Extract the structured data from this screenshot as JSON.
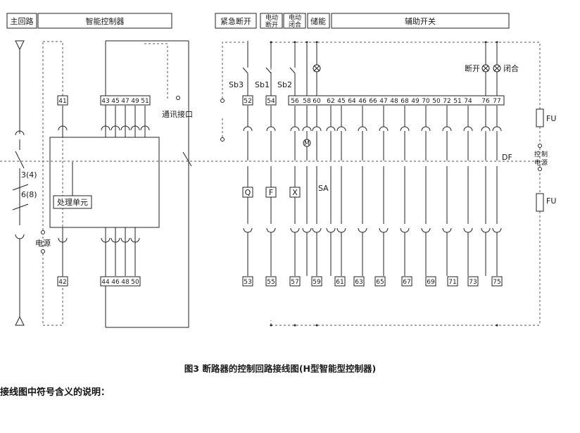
{
  "diagram": {
    "header": {
      "main_circuit": "主回路",
      "smart_controller": "智能控制器",
      "emergency_off": "紧急断开",
      "elec_open": [
        "电动",
        "断开"
      ],
      "elec_close": [
        "电动",
        "闭合"
      ],
      "storage": "储能",
      "aux_switch": "辅助开关"
    },
    "terminals_top_left": [
      "41",
      "43",
      "45",
      "47",
      "49",
      "51"
    ],
    "terminals_top_right": [
      "52",
      "54",
      "56",
      "58",
      "60",
      "62",
      "45",
      "64",
      "46",
      "66",
      "47",
      "48",
      "68",
      "49",
      "70",
      "50",
      "72",
      "51",
      "74",
      "76",
      "77"
    ],
    "terminals_bottom_left": [
      "42",
      "44",
      "46",
      "48",
      "50"
    ],
    "terminals_bottom_right": [
      "53",
      "55",
      "57",
      "59",
      "61",
      "63",
      "65",
      "67",
      "69",
      "71",
      "73",
      "75"
    ],
    "labels": {
      "comm_port": "通讯接口",
      "processing_unit": "处理单元",
      "power": "电源",
      "sb3": "Sb3",
      "sb1": "Sb1",
      "sb2": "Sb2",
      "lamp_open": "断开",
      "lamp_close": "闭合",
      "q": "Q",
      "f": "F",
      "x": "X",
      "sa": "SA",
      "df": "DF",
      "fu_top": "FU",
      "fu_bottom": "FU",
      "control_power": [
        "控",
        "制",
        "电",
        "源"
      ],
      "pole_3": "3(4)",
      "pole_6": "6(8)",
      "motor": "M"
    },
    "caption": "图3  断路器的控制回路接线图(H型智能型控制器)"
  },
  "note": "接线图中符号含义的说明："
}
